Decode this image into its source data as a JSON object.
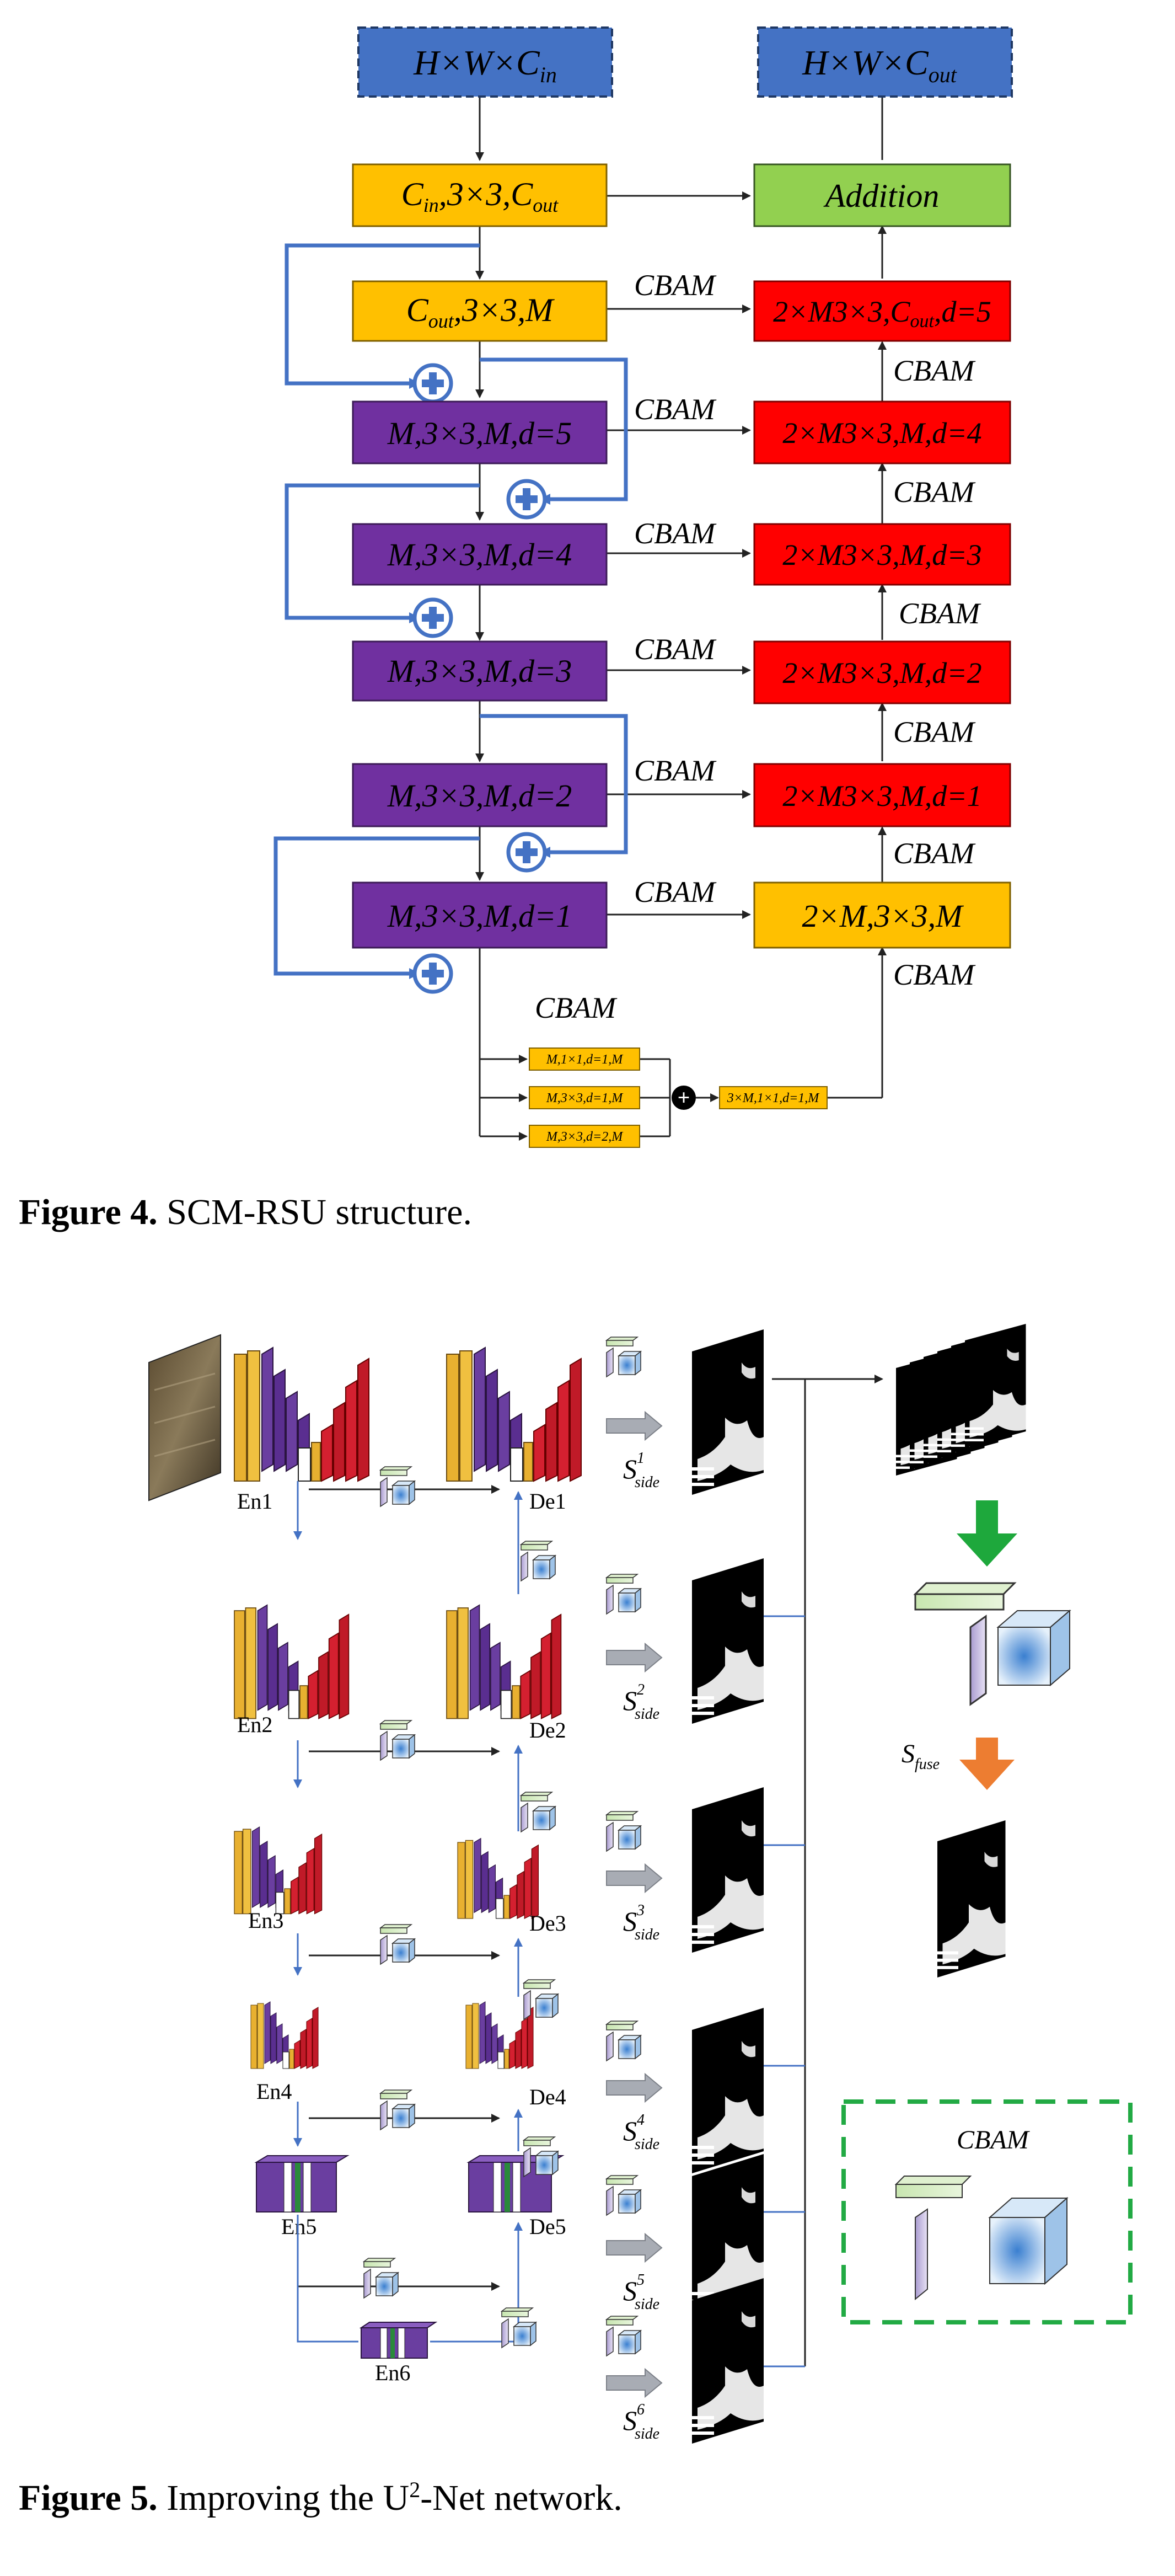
{
  "figure4": {
    "nodes": {
      "input": "H×W×C",
      "input_sub": "in",
      "output": "H×W×C",
      "output_sub": "out",
      "conv_in": "C",
      "conv_in_sub": "in",
      "conv_in_rest": ",3×3,C",
      "conv_in_sub2": "out",
      "conv_m": "C",
      "conv_m_sub": "out",
      "conv_m_rest": ",3×3,M",
      "addition": "Addition",
      "enc5": "M,3×3,M,d=5",
      "enc4": "M,3×3,M,d=4",
      "enc3": "M,3×3,M,d=3",
      "enc2": "M,3×3,M,d=2",
      "enc1": "M,3×3,M,d=1",
      "dec5": "2×M3×3,C",
      "dec5_sub": "out",
      "dec5_rest": ",d=5",
      "dec4": "2×M3×3,M,d=4",
      "dec3": "2×M3×3,M,d=3",
      "dec2": "2×M3×3,M,d=2",
      "dec1": "2×M3×3,M,d=1",
      "dec0": "2×M,3×3,M",
      "branch1": "M,1×1,d=1,M",
      "branch2": "M,3×3,d=1,M",
      "branch3": "M,3×3,d=2,M",
      "fuse": "3×M,1×1,d=1,M"
    },
    "cbam_label": "CBAM",
    "colors": {
      "blue": "#4472c4",
      "orange": "#ffc000",
      "green": "#92d050",
      "purple": "#7030a0",
      "red": "#ff0000",
      "arrow_blue": "#4472c4"
    }
  },
  "caption4": {
    "label": "Figure 4.",
    "text": " SCM-RSU structure."
  },
  "figure5": {
    "encoders": [
      "En1",
      "En2",
      "En3",
      "En4",
      "En5",
      "En6"
    ],
    "decoders": [
      "De1",
      "De2",
      "De3",
      "De4",
      "De5"
    ],
    "side_label": "S",
    "side_sub": "side",
    "side_sups": [
      "1",
      "2",
      "3",
      "4",
      "5",
      "6"
    ],
    "fuse_label": "S",
    "fuse_sub": "fuse",
    "cbam_label": "CBAM",
    "colors": {
      "yellow": "#e8b030",
      "purple": "#6a3ea0",
      "red": "#d42030",
      "green_arrow": "#1ea83c",
      "orange_arrow": "#ed7d31",
      "cube": "#5b9bd5",
      "dash_green": "#22aa44"
    }
  },
  "caption5": {
    "label": "Figure 5.",
    "text_a": " Improving the U",
    "text_sup": "2",
    "text_b": "-Net network."
  }
}
